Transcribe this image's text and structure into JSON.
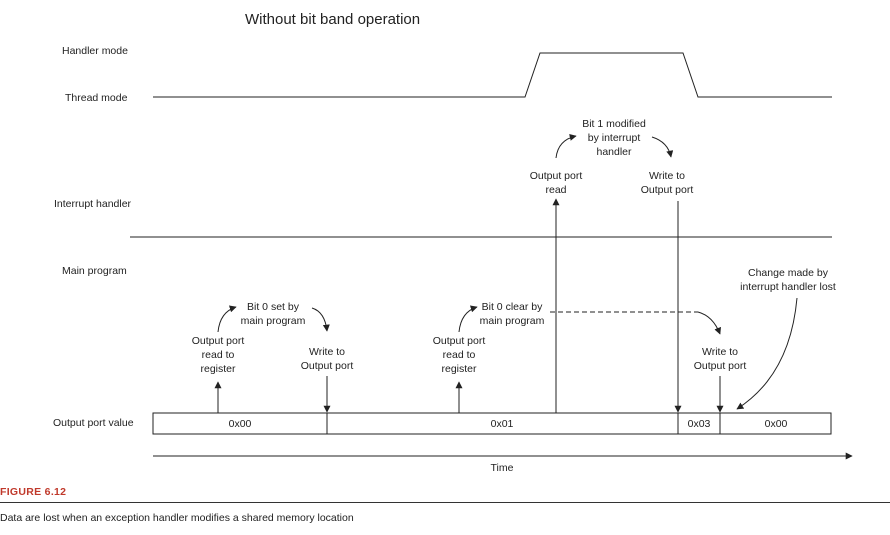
{
  "diagram": {
    "title": "Without bit band operation",
    "rows": {
      "handler_mode": "Handler mode",
      "thread_mode": "Thread mode",
      "interrupt_handler": "Interrupt handler",
      "main_program": "Main program",
      "output_port_value": "Output port value"
    },
    "port_values": [
      "0x00",
      "0x01",
      "0x03",
      "0x00"
    ],
    "annotations": {
      "read1": [
        "Output port",
        "read to",
        "register"
      ],
      "set_bit0": [
        "Bit 0 set by",
        "main program"
      ],
      "write1": [
        "Write to",
        "Output port"
      ],
      "read2": [
        "Output port",
        "read to",
        "register"
      ],
      "clear_bit0": [
        "Bit 0 clear by",
        "main program"
      ],
      "isr_read": [
        "Output port",
        "read"
      ],
      "isr_modify": [
        "Bit 1 modified",
        "by interrupt",
        "handler"
      ],
      "isr_write": [
        "Write to",
        "Output port"
      ],
      "write2": [
        "Write to",
        "Output port"
      ],
      "lost": [
        "Change made by",
        "interrupt handler lost"
      ]
    },
    "time_label": "Time"
  },
  "figure": {
    "label": "FIGURE 6.12",
    "caption": "Data are lost when an exception handler modifies a shared memory location"
  }
}
